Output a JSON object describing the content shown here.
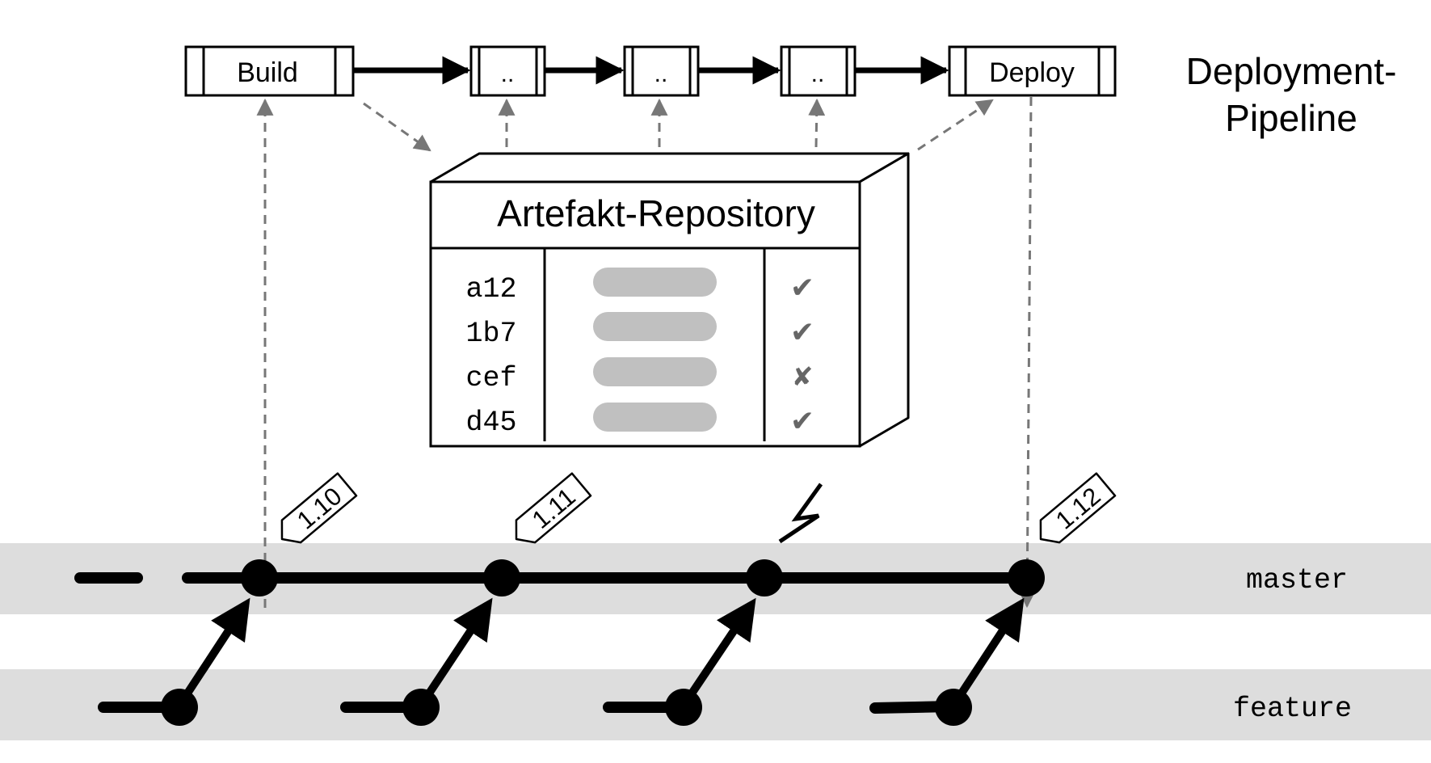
{
  "pipeline": {
    "stages": [
      "Build",
      "..",
      "..",
      "..",
      "Deploy"
    ],
    "title_line1": "Deployment-",
    "title_line2": "Pipeline"
  },
  "repository": {
    "title": "Artefakt-Repository",
    "rows": [
      {
        "id": "a12",
        "status": "✔"
      },
      {
        "id": "1b7",
        "status": "✔"
      },
      {
        "id": "cef",
        "status": "✘"
      },
      {
        "id": "d45",
        "status": "✔"
      }
    ]
  },
  "branches": {
    "master": "master",
    "feature": "feature"
  },
  "tags": [
    "1.10",
    "1.11",
    "1.12"
  ],
  "failure_icon": "lightning-bolt-icon",
  "colors": {
    "line": "#000000",
    "lane": "#dddddd",
    "dashed": "#777777",
    "bar": "#c0c0c0",
    "status": "#666666"
  }
}
